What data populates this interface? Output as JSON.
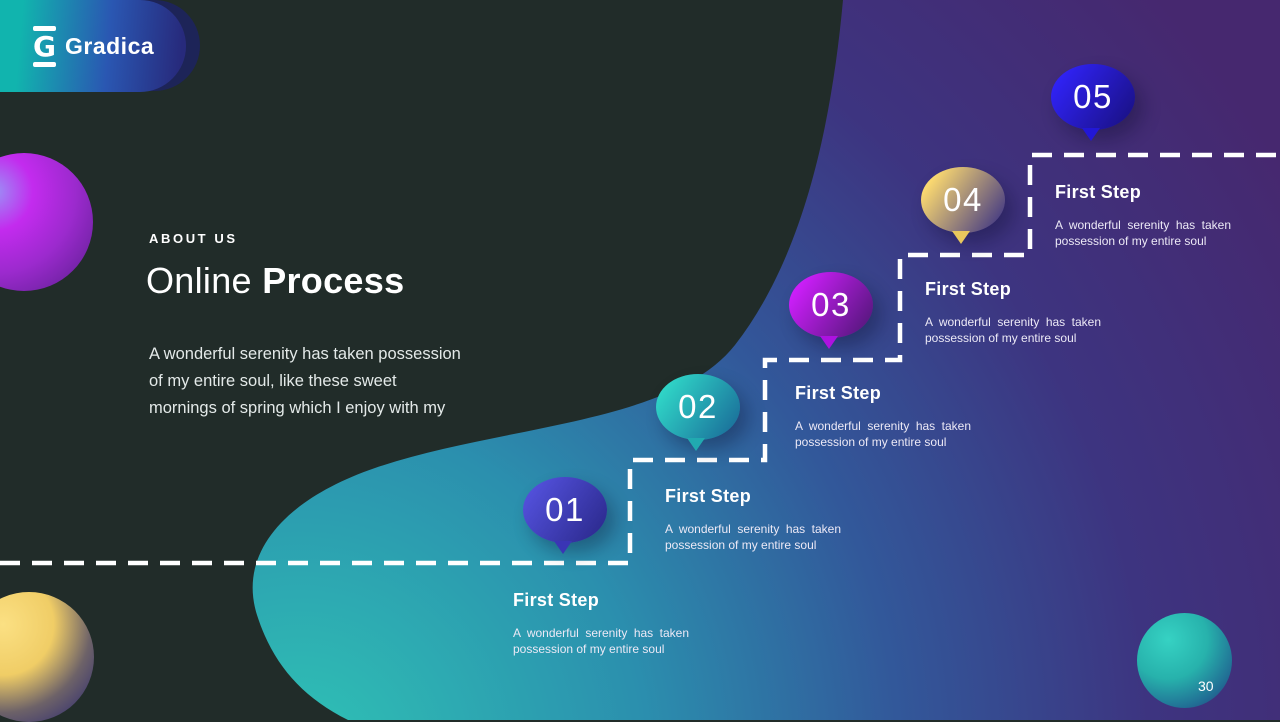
{
  "logo": {
    "icon_letter": "G",
    "brand": "Gradica"
  },
  "header": {
    "eyebrow": "ABOUT US",
    "title_light": "Online",
    "title_bold": "Process",
    "description": "A wonderful serenity has taken possession of my entire soul, like these sweet mornings of spring which I enjoy with my"
  },
  "steps": [
    {
      "number": "01",
      "title": "First Step",
      "body": "A wonderful serenity has taken possession of my entire soul",
      "colors": {
        "start": "#514fd8",
        "end": "#2c2a8e",
        "tail": "#3a35b5"
      }
    },
    {
      "number": "02",
      "title": "First Step",
      "body": "A wonderful serenity has taken possession of my entire soul",
      "colors": {
        "start": "#2fd3c6",
        "end": "#1a6f9a",
        "tail": "#21aab0"
      }
    },
    {
      "number": "03",
      "title": "First Step",
      "body": "A wonderful serenity has taken possession of my entire soul",
      "colors": {
        "start": "#cb1ef8",
        "end": "#55177c",
        "tail": "#ad12e0"
      }
    },
    {
      "number": "04",
      "title": "First Step",
      "body": "A wonderful serenity has taken possession of my entire soul",
      "colors": {
        "start": "#fad870",
        "end": "#443a83",
        "tail": "#e9c75d"
      }
    },
    {
      "number": "05",
      "title": "First Step",
      "body": "A wonderful serenity has taken possession of my entire soul",
      "colors": {
        "start": "#2f22f2",
        "end": "#1a1186",
        "tail": "#2217d6"
      }
    }
  ],
  "footer": {
    "page_number": "30"
  },
  "palette": {
    "background": "#212c29",
    "blob_teal": "#2fc3b5",
    "blob_purple": "#46286f",
    "dash_line": "#ffffff"
  }
}
